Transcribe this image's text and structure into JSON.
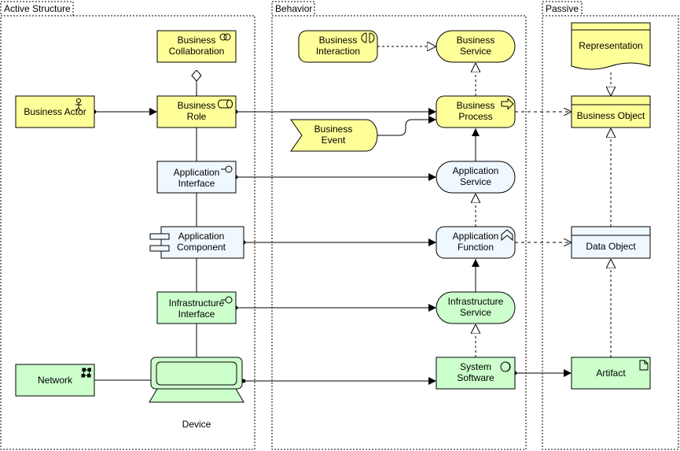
{
  "lanes": {
    "active": "Active Structure",
    "behavior": "Behavior",
    "passive": "Passive"
  },
  "elements": {
    "business_collaboration": [
      "Business",
      "Collaboration"
    ],
    "business_actor": [
      "Business Actor"
    ],
    "business_role": [
      "Business",
      "Role"
    ],
    "application_interface": [
      "Application",
      "Interface"
    ],
    "application_component": [
      "Application",
      "Component"
    ],
    "infrastructure_interface": [
      "Infrastructure",
      "Interface"
    ],
    "network": [
      "Network"
    ],
    "device": [
      "Device"
    ],
    "business_interaction": [
      "Business",
      "Interaction"
    ],
    "business_service": [
      "Business",
      "Service"
    ],
    "business_event": [
      "Business",
      "Event"
    ],
    "business_process": [
      "Business",
      "Process"
    ],
    "application_service": [
      "Application",
      "Service"
    ],
    "application_function": [
      "Application",
      "Function"
    ],
    "infrastructure_service": [
      "Infrastructure",
      "Service"
    ],
    "system_software": [
      "System",
      "Software"
    ],
    "representation": [
      "Representation"
    ],
    "business_object": [
      "Business Object"
    ],
    "data_object": [
      "Data Object"
    ],
    "artifact": [
      "Artifact"
    ]
  },
  "colors": {
    "business": "#ffff99",
    "application": "#f0f8ff",
    "technology": "#ccffcc",
    "stroke": "#000000",
    "lane_border": "#000000"
  }
}
